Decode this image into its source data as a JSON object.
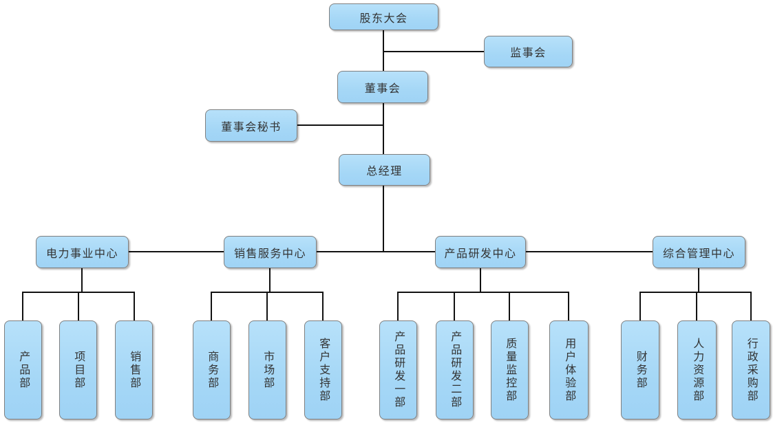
{
  "diagram": {
    "type": "org-chart",
    "background": "#FFFFFF"
  },
  "nodes": {
    "shareholders_meeting": "股东大会",
    "supervisory_board": "监事会",
    "board_of_directors": "董事会",
    "board_secretary": "董事会秘书",
    "general_manager": "总经理",
    "power_business_center": "电力事业中心",
    "sales_service_center": "销售服务中心",
    "product_rnd_center": "产品研发中心",
    "general_management_center": "综合管理中心",
    "product_dept": "产品部",
    "project_dept": "项目部",
    "sales_dept": "销售部",
    "commerce_dept": "商务部",
    "marketing_dept": "市场部",
    "customer_support_dept": "客户支持部",
    "rnd_dept_1": "产品研发一部",
    "rnd_dept_2": "产品研发二部",
    "quality_control_dept": "质量监控部",
    "user_experience_dept": "用户体验部",
    "finance_dept": "财务部",
    "hr_dept": "人力资源部",
    "admin_procurement_dept": "行政采购部"
  },
  "hierarchy": {
    "root": "股东大会",
    "side_of_root": "监事会",
    "children_of_root": [
      "董事会"
    ],
    "side_of_board": "董事会秘书",
    "children_of_board": [
      "总经理"
    ],
    "children_of_general_manager": [
      "电力事业中心",
      "销售服务中心",
      "产品研发中心",
      "综合管理中心"
    ],
    "children_of_power_business_center": [
      "产品部",
      "项目部",
      "销售部"
    ],
    "children_of_sales_service_center": [
      "商务部",
      "市场部",
      "客户支持部"
    ],
    "children_of_product_rnd_center": [
      "产品研发一部",
      "产品研发二部",
      "质量监控部",
      "用户体验部"
    ],
    "children_of_general_management_center": [
      "财务部",
      "人力资源部",
      "行政采购部"
    ]
  },
  "colors": {
    "node_fill": "#A9D9F7",
    "node_fill_highlight": "#B7E1FA",
    "node_border": "#7F7F7F",
    "connector": "#111111",
    "text": "#333333",
    "background": "#FFFFFF"
  }
}
